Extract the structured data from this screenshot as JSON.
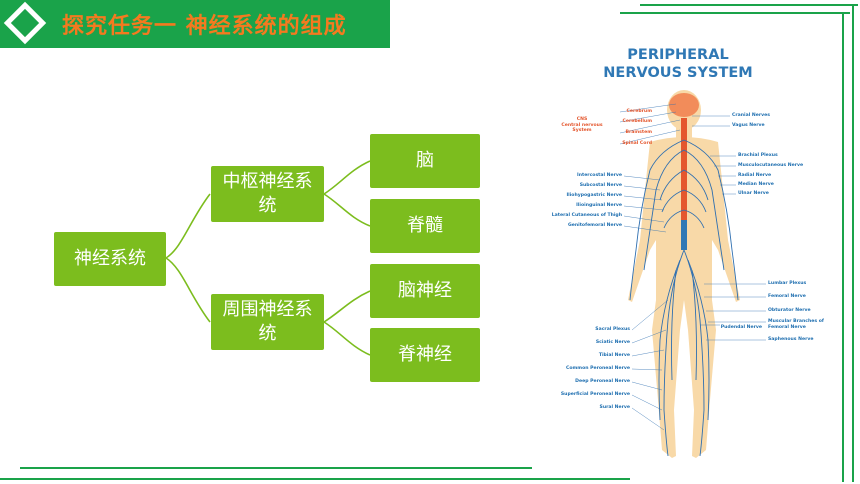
{
  "header": {
    "title": "探究任务一  神经系统的组成",
    "colors": {
      "bar": "#1aa34a",
      "title": "#f47a1f",
      "node": "#7cbd1e"
    }
  },
  "tree": {
    "root": "神经系统",
    "branches": [
      {
        "label": "中枢神经系统",
        "children": [
          "脑",
          "脊髓"
        ]
      },
      {
        "label": "周围神经系统",
        "children": [
          "脑神经",
          "脊神经"
        ]
      }
    ]
  },
  "poster": {
    "title_line1": "PERIPHERAL",
    "title_line2": "NERVOUS SYSTEM",
    "cns_label": "CNS\nCentral nervous\nSystem",
    "left_labels_red": [
      "Cerebrum",
      "Cerebellum",
      "Brainstem",
      "Spinal Cord"
    ],
    "left_labels": [
      "Intercostal Nerve",
      "Subcostal Nerve",
      "Iliohypogastric Nerve",
      "Ilioinguinal Nerve",
      "Lateral Cutaneous of Thigh",
      "Genitofemoral Nerve",
      "Sacral Plexus",
      "Sciatic Nerve",
      "Tibial Nerve",
      "Common Peroneal Nerve",
      "Deep Peroneal Nerve",
      "Superficial Peroneal Nerve",
      "Sural Nerve"
    ],
    "right_labels": [
      "Cranial Nerves",
      "Vagus Nerve",
      "Brachial Plexus",
      "Musculocutaneous Nerve",
      "Radial Nerve",
      "Median Nerve",
      "Ulnar Nerve",
      "Lumbar Plexus",
      "Femoral Nerve",
      "Obturator Nerve",
      "Pudendal Nerve",
      "Muscular Branches of Femoral Nerve",
      "Saphenous Nerve"
    ]
  }
}
